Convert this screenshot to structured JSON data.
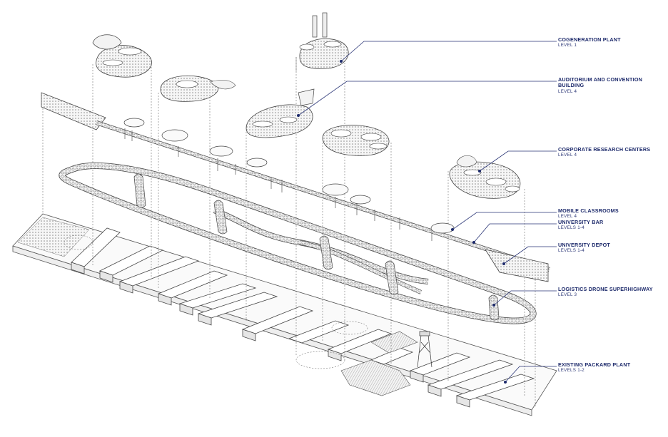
{
  "diagram": {
    "callouts": [
      {
        "id": "cogeneration",
        "title": "COGENERATION PLANT",
        "level": "LEVEL 1"
      },
      {
        "id": "auditorium",
        "title": "AUDITORIUM AND CONVENTION BUILDING",
        "level": "LEVEL 4"
      },
      {
        "id": "research",
        "title": "CORPORATE RESEARCH CENTERS",
        "level": "LEVEL 4"
      },
      {
        "id": "classrooms",
        "title": "MOBILE CLASSROOMS",
        "level": "LEVEL 4"
      },
      {
        "id": "bar",
        "title": "UNIVERSITY BAR",
        "level": "LEVELS 1-4"
      },
      {
        "id": "depot",
        "title": "UNIVERSITY DEPOT",
        "level": "LEVELS 1-4"
      },
      {
        "id": "drone",
        "title": "LOGISTICS DRONE SUPERHIGHWAY",
        "level": "LEVEL 3"
      },
      {
        "id": "packard",
        "title": "EXISTING PACKARD PLANT",
        "level": "LEVELS 1-2"
      }
    ],
    "colors": {
      "ink": "#333333",
      "leader": "#2a3576",
      "fill": "#f1f1f1",
      "hatch": "#9a9a9a"
    }
  }
}
